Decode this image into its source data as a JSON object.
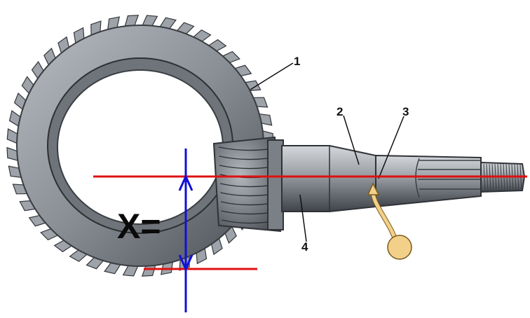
{
  "figure": {
    "background": "#ffffff",
    "parts": [
      {
        "id": "ring-gear",
        "callout": "1"
      },
      {
        "id": "shaft-section",
        "callout": "2"
      },
      {
        "id": "shaft-mark",
        "callout": "3"
      },
      {
        "id": "pinion-shaft",
        "callout": "4"
      }
    ],
    "annotation": {
      "text": "X=",
      "dimension_color": "#1010d8",
      "reference_line_color": "#e01010"
    },
    "colors": {
      "gear_metal": "#8a8f96",
      "shaft_metal": "#9a9fa5",
      "pointer": "#f2d089"
    }
  }
}
